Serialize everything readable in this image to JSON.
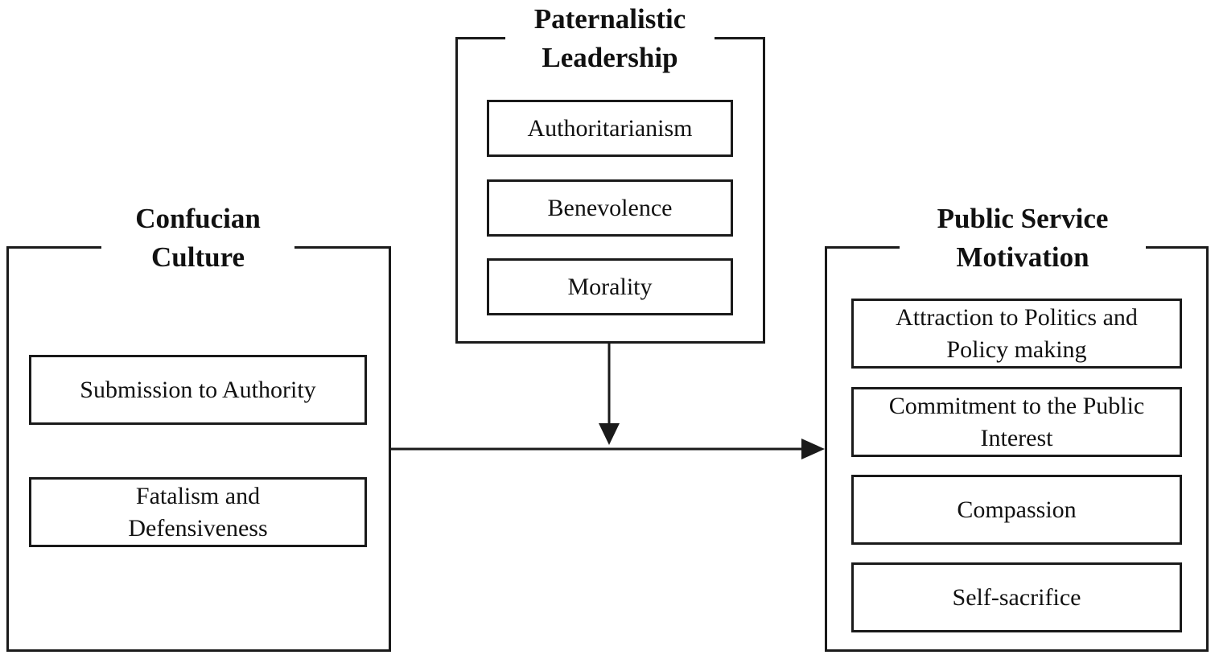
{
  "paternalistic": {
    "title_line1": "Paternalistic",
    "title_line2": "Leadership",
    "items": [
      "Authoritarianism",
      "Benevolence",
      "Morality"
    ]
  },
  "confucian": {
    "title_line1": "Confucian",
    "title_line2": "Culture",
    "items": [
      {
        "line1": "Submission to Authority",
        "line2": ""
      },
      {
        "line1": "Fatalism and",
        "line2": "Defensiveness"
      }
    ]
  },
  "psm": {
    "title_line1": "Public Service",
    "title_line2": "Motivation",
    "items": [
      {
        "line1": "Attraction to Politics and",
        "line2": "Policy making"
      },
      {
        "line1": "Commitment to the Public",
        "line2": "Interest"
      },
      {
        "line1": "Compassion",
        "line2": ""
      },
      {
        "line1": "Self-sacrifice",
        "line2": ""
      }
    ]
  }
}
